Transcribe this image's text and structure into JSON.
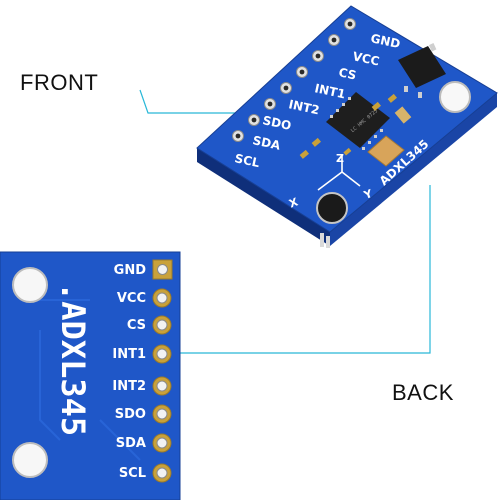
{
  "labels": {
    "front": "FRONT",
    "back": "BACK"
  },
  "front_board": {
    "pins": [
      "GND",
      "VCC",
      "CS",
      "INT1",
      "INT2",
      "SDO",
      "SDA",
      "SCL"
    ],
    "model": "ADXL345",
    "axis_labels": {
      "x": "X",
      "y": "Y",
      "z": "Z"
    }
  },
  "back_board": {
    "pins": [
      "GND",
      "VCC",
      "CS",
      "INT1",
      "INT2",
      "SDO",
      "SDA",
      "SCL"
    ],
    "model": ".ADXL345"
  },
  "colors": {
    "pcb": "#1f57c8",
    "pcb_dark": "#123a8f",
    "leader_line": "#29b8d8",
    "pad": "#c9a13a"
  }
}
